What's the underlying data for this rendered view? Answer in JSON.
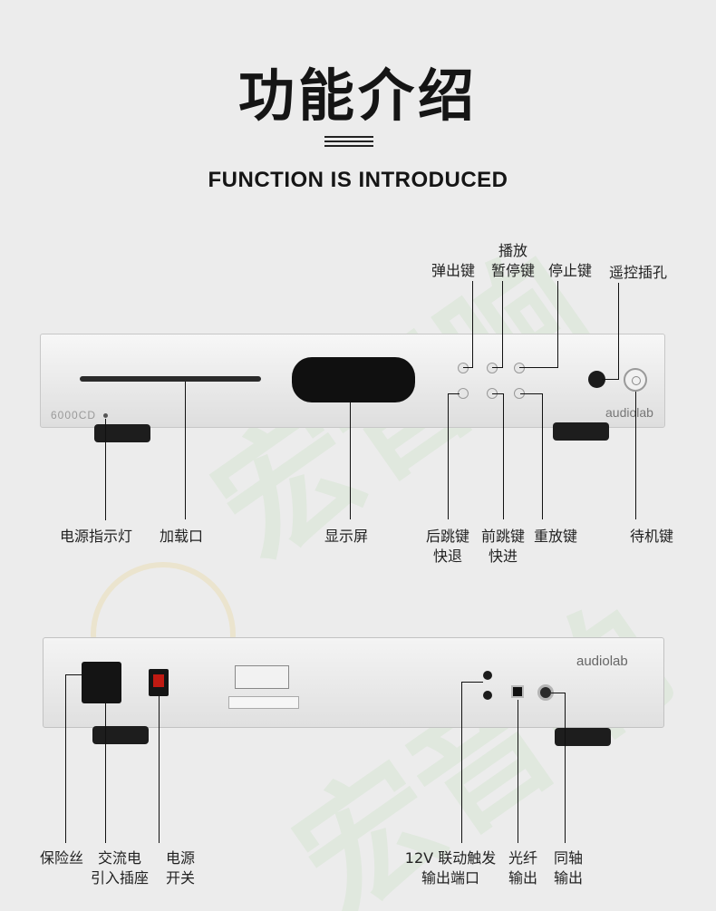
{
  "header": {
    "title_cn": "功能介绍",
    "title_en": "FUNCTION IS INTRODUCED"
  },
  "front_panel": {
    "model_text": "6000CD",
    "brand": "audiolab",
    "labels": {
      "eject": "弹出键",
      "play_pause_line1": "播放",
      "play_pause_line2": "暂停键",
      "stop": "停止键",
      "remote_socket": "遥控插孔",
      "power_indicator": "电源指示灯",
      "load_slot": "加载口",
      "display": "显示屏",
      "prev_line1": "后跳键",
      "prev_line2": "快退",
      "next_line1": "前跳键",
      "next_line2": "快进",
      "repeat": "重放键",
      "standby": "待机键"
    }
  },
  "rear_panel": {
    "brand": "audiolab",
    "labels": {
      "fuse": "保险丝",
      "ac_line1": "交流电",
      "ac_line2": "引入插座",
      "power_line1": "电源",
      "power_line2": "开关",
      "trigger_line1": "12V 联动触发",
      "trigger_line2": "输出端口",
      "optical_line1": "光纤",
      "optical_line2": "输出",
      "coaxial_line1": "同轴",
      "coaxial_line2": "输出"
    }
  },
  "colors": {
    "background": "#ececec",
    "panel": "#e8e8e8",
    "switch_red": "#c01a12",
    "text": "#222222"
  }
}
